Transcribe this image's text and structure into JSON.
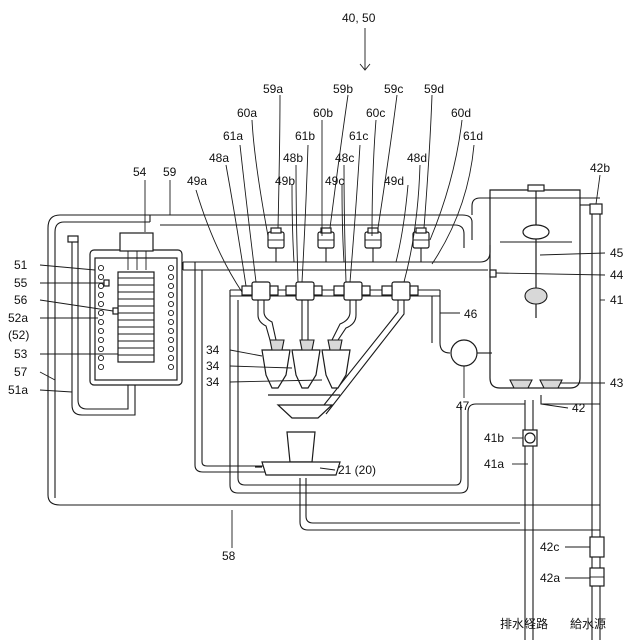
{
  "figure": {
    "ref_numbers": {
      "title": "40, 50",
      "n59a": "59a",
      "n59b": "59b",
      "n59c": "59c",
      "n59d": "59d",
      "n60a": "60a",
      "n60b": "60b",
      "n60c": "60c",
      "n60d": "60d",
      "n61a": "61a",
      "n61b": "61b",
      "n61c": "61c",
      "n61d": "61d",
      "n48a": "48a",
      "n48b": "48b",
      "n48c": "48c",
      "n48d": "48d",
      "n49a": "49a",
      "n49b": "49b",
      "n49c": "49c",
      "n49d": "49d",
      "n54": "54",
      "n59": "59",
      "n51": "51",
      "n55": "55",
      "n56": "56",
      "n52a": "52a",
      "n52p": "(52)",
      "n53": "53",
      "n57": "57",
      "n51a": "51a",
      "n34a": "34",
      "n34b": "34",
      "n34c": "34",
      "n42b": "42b",
      "n45": "45",
      "n44": "44",
      "n41": "41",
      "n46": "46",
      "n47": "47",
      "n43": "43",
      "n42": "42",
      "n41b": "41b",
      "n41a": "41a",
      "n21": "21 (20)",
      "n58": "58",
      "n42c": "42c",
      "n42a": "42a"
    },
    "bottom_labels": {
      "drain": "排水経路",
      "supply": "給水源"
    }
  }
}
